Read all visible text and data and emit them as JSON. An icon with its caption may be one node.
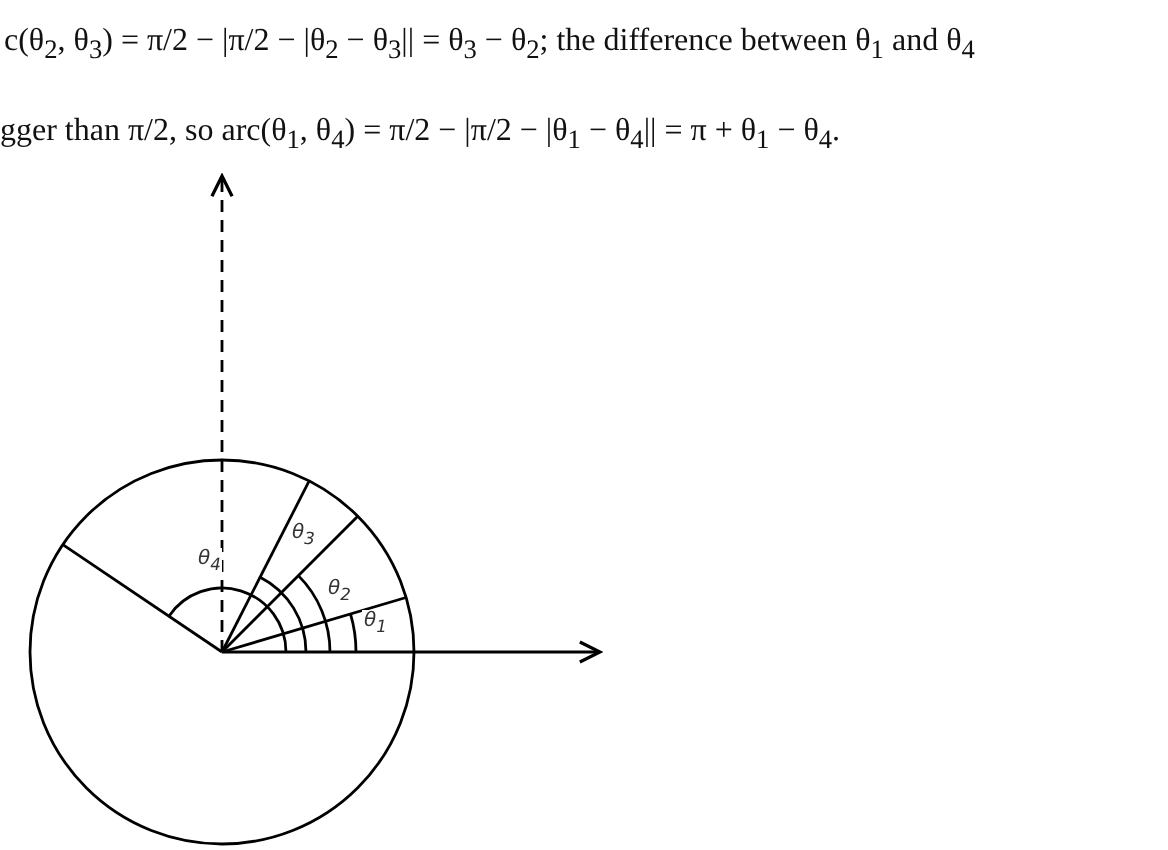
{
  "diagram": {
    "labels": [
      "c(θ$_{2}$, θ$_{3}$) = π/2 − |π/2 − |θ$_{2}$ − θ$_{3}$|| = θ$_{3}$ − θ$_{2}$; the difference between θ$_{1}$ and θ$_{4}$",
      "gger than π/2, so arc(θ$_{1}$, θ$_{4}$) = π/2 − |π/2 − |θ$_{1}$ − θ$_{4}$|| = π + θ$_{1}$ − θ$_{4}$.",
      "θ$_{3}$",
      "θ$_{4}$",
      "θ$_{2}$",
      "θ$_{1}$"
    ]
  }
}
